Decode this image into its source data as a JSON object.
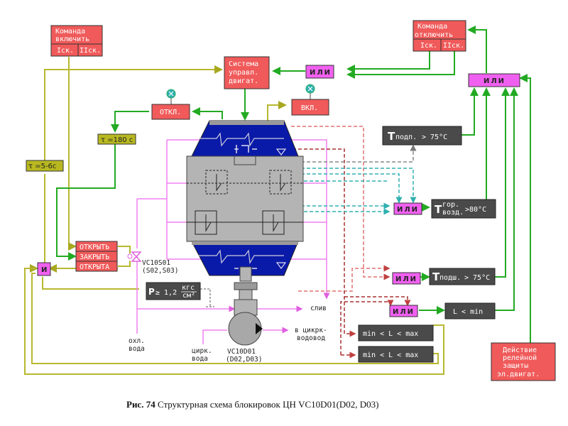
{
  "blocks": {
    "cmd_on": {
      "line1": "Команда",
      "line2": "включить",
      "part1": "Iск.",
      "part2": "IIск."
    },
    "cmd_off": {
      "line1": "Команда",
      "line2": "отключить",
      "part1": "Iск.",
      "part2": "IIск."
    },
    "motor_ctrl": {
      "line1": "Система",
      "line2": "управл.",
      "line3": "двигат."
    },
    "off": "ОТКЛ.",
    "on": "ВКЛ.",
    "relay": {
      "line1": "Действие",
      "line2": "релейной",
      "line3": "защиты",
      "line4": "эл.двигат."
    },
    "valve_cmds": [
      "ОТКРЫТЬ",
      "ЗАКРЫТЬ",
      "ОТКРЫТА"
    ]
  },
  "timers": {
    "t180": "τ =180 с",
    "t56": "τ =5-6с"
  },
  "logic": {
    "or": "ИЛИ",
    "and": "И"
  },
  "conditions": {
    "t_bearing_thrust": {
      "T": "T",
      "sub": "подп.",
      "rest": "> 75°C"
    },
    "t_hot_air": {
      "T": "T",
      "sup": "гор.",
      "sub": "возд.",
      "rest": ">80°C"
    },
    "t_bearing": {
      "T": "T",
      "sub": "подш.",
      "rest": "> 75°C"
    },
    "level_min": "L < min",
    "level_range_1": "min < L < max",
    "level_range_2": "min < L < max",
    "pressure": {
      "P": "P",
      "rest": "≥ 1,2",
      "num": "кгс",
      "den": "см²"
    }
  },
  "labels": {
    "valve_id": "VC10S01",
    "valve_sub": "(S02,S03)",
    "pump_id": "VC10D01",
    "pump_sub": "(D02,D03)",
    "drain": "слив",
    "to_circ_1": "в цикрк-",
    "to_circ_2": "водовод",
    "cool_water_1": "охл.",
    "cool_water_2": "вода",
    "circ_water_1": "цирк.",
    "circ_water_2": "вода"
  },
  "caption": {
    "bold": "Рис. 74",
    "text": " Структурная схема блокировок ЦН VC10D01(D02, D03)"
  },
  "colors": {
    "red_block": "#f05a5a",
    "dark_block": "#4a4a4a",
    "or_gate": "#f060f0",
    "timer": "#b8b820",
    "green_line": "#22aa22",
    "yellow_line": "#b8b830",
    "pink_line": "#f080f0",
    "motor_blue": "#0a1aa8",
    "motor_grey": "#b4b4b4"
  }
}
